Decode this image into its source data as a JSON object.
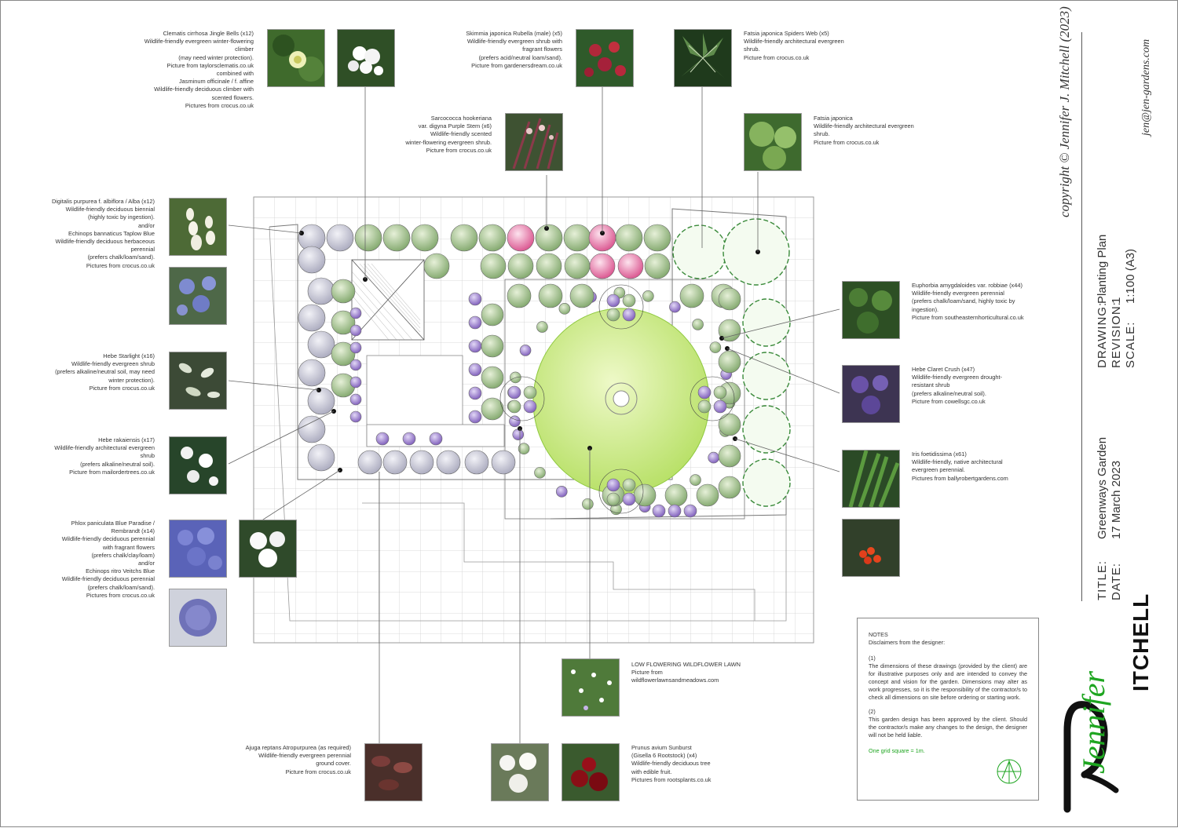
{
  "copyright": "copyright © Jennifer J. Mitchell (2023)",
  "email": "jen@jen-gardens.com",
  "title_block": {
    "drawing_key": "DRAWING:",
    "drawing_value": "Planting Plan",
    "revision_key": "REVISION:",
    "revision_value": "1",
    "scale_key": "SCALE:",
    "scale_value": "1:100 (A3)",
    "title_key": "TITLE:",
    "title_value": "Greenways Garden",
    "date_key": "DATE:",
    "date_value": "17 March 2023"
  },
  "logo": {
    "first": "Jennifer",
    "last": "ITCHELL"
  },
  "notes": {
    "heading": "NOTES",
    "sub": "Disclaimers from the designer:",
    "n1_label": "(1)",
    "n1": "The dimensions of these drawings (provided by the client) are for illustrative purposes only and are intended to convey the concept and vision for the garden. Dimensions may alter as work progresses, so it is the responsibility of the contractor/s to check all dimensions on site before ordering or starting work.",
    "n2_label": "(2)",
    "n2": "This garden design has been approved by the client. Should the contractor/s make any changes to the design, the designer will not be held liable.",
    "grid": "One grid square = 1m."
  },
  "labels": {
    "clematis": [
      "Clematis cirrhosa Jingle Bells (x12)",
      "Wildlife-friendly evergreen winter-flowering",
      "climber",
      "(may need winter protection).",
      "Picture from taylorsclematis.co.uk",
      "combined with",
      "Jasminum officinale / f. affine",
      "Wildlife-friendly deciduous climber with",
      "scented flowers.",
      "Pictures from crocus.co.uk"
    ],
    "skimmia": [
      "Skimmia japonica Rubella (male) (x5)",
      "Wildlife-friendly evergreen shrub with",
      "fragrant flowers",
      "(prefers acid/neutral loam/sand).",
      "Picture from gardenersdream.co.uk"
    ],
    "sarcococca": [
      "Sarcococca hookeriana",
      "var. digyna Purple Stem (x6)",
      "Wildlife-friendly scented",
      "winter-flowering evergreen shrub.",
      "Picture from crocus.co.uk"
    ],
    "fatsia_web": [
      "Fatsia japonica Spiders Web (x5)",
      "Wildlife-friendly architectural evergreen",
      "shrub.",
      "Picture from crocus.co.uk"
    ],
    "fatsia": [
      "Fatsia japonica",
      "Wildlife-friendly architectural evergreen",
      "shrub.",
      "Picture from crocus.co.uk"
    ],
    "digitalis": [
      "Digitalis purpurea f. albiflora / Alba (x12)",
      "Wildlife-friendly deciduous biennial",
      "(highly toxic by ingestion).",
      "and/or",
      "Echinops bannaticus Taplow Blue",
      "Wildlife-friendly deciduous herbaceous",
      "perennial",
      "(prefers chalk/loam/sand).",
      "Pictures from crocus.co.uk"
    ],
    "hebe_starlight": [
      "Hebe Starlight (x16)",
      "Wildlife-friendly evergreen shrub",
      "(prefers alkaline/neutral soil, may need",
      "winter protection).",
      "Picture from crocus.co.uk"
    ],
    "hebe_rak": [
      "Hebe rakaiensis (x17)",
      "Wildlife-friendly architectural evergreen",
      "shrub",
      "(prefers alkaline/neutral soil).",
      "Picture from mailordertrees.co.uk"
    ],
    "phlox": [
      "Phlox paniculata Blue Paradise /",
      "Rembrandt (x14)",
      "Wildlife-friendly deciduous perennial",
      "with fragrant flowers",
      "(prefers chalk/clay/loam)",
      "and/or",
      "Echinops ritro Veitchs Blue",
      "Wildlife-friendly deciduous perennial",
      "(prefers chalk/loam/sand).",
      "Pictures from crocus.co.uk"
    ],
    "euphorbia": [
      "Euphorbia amygdaloides var. robbiae (x44)",
      "Wildlife-friendly evergreen perennial",
      "(prefers chalk/loam/sand, highly toxic by",
      "ingestion).",
      "Picture from southeasternhorticultural.co.uk"
    ],
    "hebe_claret": [
      "Hebe Claret Crush (x47)",
      "Wildlife-friendly evergreen drought-",
      "resistant shrub",
      "(prefers alkaline/neutral soil).",
      "Picture from cowellsgc.co.uk"
    ],
    "iris": [
      "Iris foetidissima (x61)",
      "Wildlife-friendly, native architectural",
      "evergreen perennial.",
      "Pictures from ballyrobertgardens.com"
    ],
    "lawn": [
      "LOW FLOWERING WILDFLOWER LAWN",
      "Picture from",
      "wildflowerlawnsandmeadows.com"
    ],
    "ajuga": [
      "Ajuga reptans Atropurpurea (as required)",
      "Wildlife-friendly evergreen perennial",
      "ground cover.",
      "Picture from crocus.co.uk"
    ],
    "prunus": [
      "Prunus avium Sunburst",
      "(Gisella 6 Rootstock) (x4)",
      "Wildlife-friendly deciduous tree",
      "with edible fruit.",
      "Pictures from rootsplants.co.uk"
    ]
  },
  "photo_icons": [
    "clematis-photo",
    "jasmine-photo",
    "skimmia-photo",
    "fatsia-web-photo",
    "sarcococca-photo",
    "fatsia-photo",
    "digitalis-photo",
    "echinops-taplow-photo",
    "hebe-starlight-photo",
    "hebe-rakaiensis-photo",
    "phlox-photo",
    "phlox-white-photo",
    "echinops-ritro-photo",
    "euphorbia-photo",
    "hebe-claret-photo",
    "iris-photo",
    "iris-berries-photo",
    "wildflower-lawn-photo",
    "ajuga-photo",
    "prunus-blossom-photo",
    "cherries-photo"
  ],
  "colors": {
    "green": "#1ea520",
    "lawn": "#cdeb8a",
    "lilac": "#c8c8d6",
    "sage": "#a7c48d",
    "pink": "#e98fb4",
    "purple": "#8e6fc4"
  }
}
